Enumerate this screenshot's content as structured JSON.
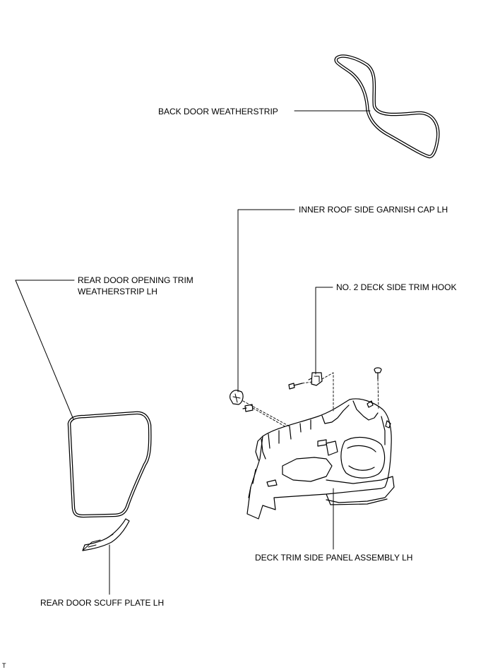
{
  "labels": {
    "back_door_weatherstrip": "BACK DOOR WEATHERSTRIP",
    "inner_roof_side_garnish_cap_lh": "INNER ROOF SIDE GARNISH CAP LH",
    "rear_door_opening_trim_line1": "REAR DOOR OPENING TRIM",
    "rear_door_opening_trim_line2": "WEATHERSTRIP LH",
    "no2_deck_side_trim_hook": "NO. 2 DECK SIDE TRIM HOOK",
    "deck_trim_side_panel_assembly_lh": "DECK TRIM SIDE PANEL ASSEMBLY LH",
    "rear_door_scuff_plate_lh": "REAR DOOR SCUFF PLATE LH"
  },
  "corner_mark": "T"
}
